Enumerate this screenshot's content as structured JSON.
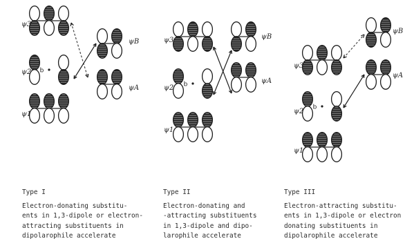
{
  "colors": {
    "ink": "#1e1e1e",
    "hatch": "#b9b9b9",
    "paper": "#ffffff",
    "dash": "#444444"
  },
  "orbital_labels": {
    "psi1": "ψ1",
    "psi2": "ψ2",
    "psi3": "ψ3",
    "psiA": "ψA",
    "psiB": "ψB",
    "center_b": "b"
  },
  "panels": [
    {
      "type": "Type I",
      "description": [
        "Electron-donating substitu-",
        "ents in 1,3-dipole or electron-",
        "attracting substituents in",
        "dipolarophile accelerate"
      ]
    },
    {
      "type": "Type II",
      "description": [
        "Electron-donating and",
        "-attracting substituents",
        "in 1,3-dipole and dipo-",
        "larophile accelerate"
      ]
    },
    {
      "type": "Type III",
      "description": [
        "Electron-attracting substitu-",
        "ents in 1,3-dipole or electron",
        "donating substituents in",
        "dipolarophile accelerate"
      ]
    }
  ]
}
